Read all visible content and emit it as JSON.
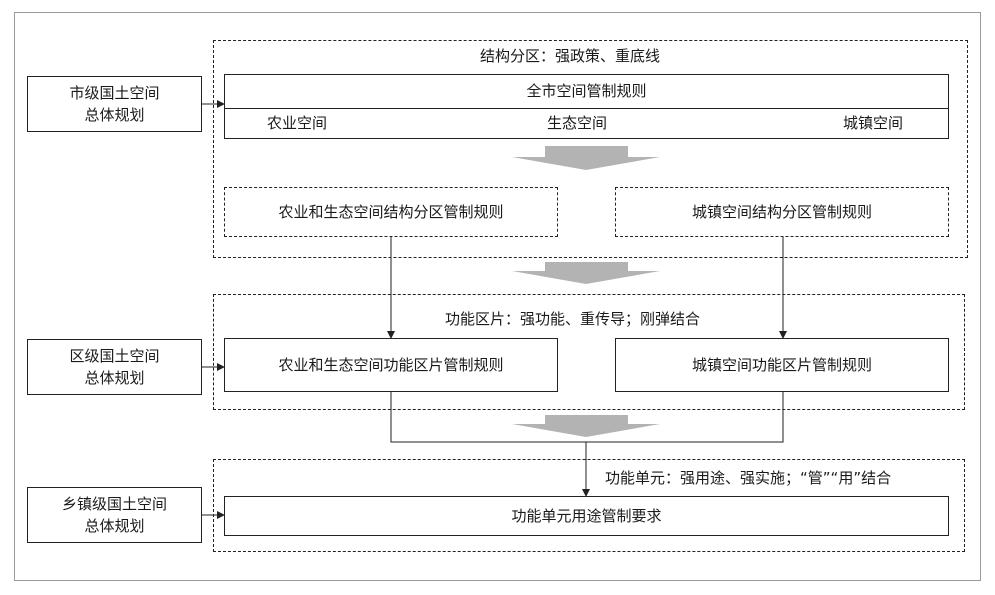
{
  "levels": {
    "city": [
      "市级国土空间",
      "总体规划"
    ],
    "district": [
      "区级国土空间",
      "总体规划"
    ],
    "town": [
      "乡镇级国土空间",
      "总体规划"
    ]
  },
  "section1": {
    "title": "结构分区：强政策、重底线",
    "citywide": "全市空间管制规则",
    "spaces": [
      "农业空间",
      "生态空间",
      "城镇空间"
    ],
    "agri_eco_rule": "农业和生态空间结构分区管制规则",
    "urban_rule": "城镇空间结构分区管制规则"
  },
  "section2": {
    "title": "功能区片：强功能、重传导；刚弹结合",
    "agri_eco_rule": "农业和生态空间功能区片管制规则",
    "urban_rule": "城镇空间功能区片管制规则"
  },
  "section3": {
    "title": "功能单元：强用途、强实施；“管”“用”结合",
    "rule": "功能单元用途管制要求"
  },
  "colors": {
    "arrow_fill": "#b3b3b3",
    "line": "#222222",
    "frame": "#9a9a9a"
  }
}
